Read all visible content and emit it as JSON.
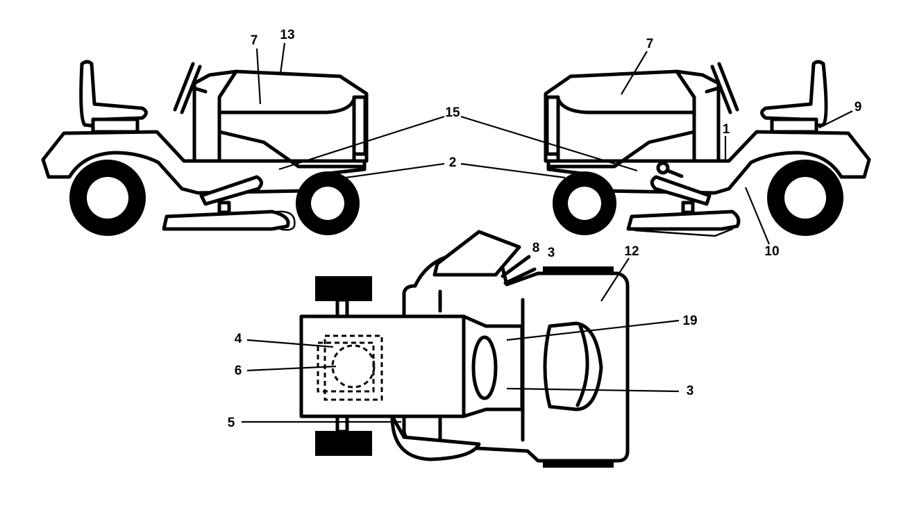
{
  "diagram": {
    "callouts": {
      "c1": "1",
      "c2": "2",
      "c3a": "3",
      "c3b": "3",
      "c4": "4",
      "c5": "5",
      "c6": "6",
      "c7a": "7",
      "c7b": "7",
      "c8": "8",
      "c9": "9",
      "c10": "10",
      "c12": "12",
      "c13": "13",
      "c15": "15",
      "c19": "19"
    },
    "colors": {
      "line": "#000000",
      "background": "#ffffff"
    }
  }
}
